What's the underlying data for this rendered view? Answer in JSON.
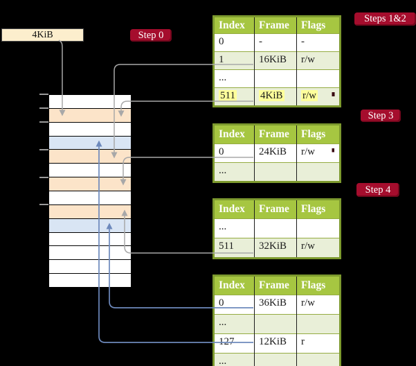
{
  "page_size_box": {
    "label": "4KiB"
  },
  "badges": {
    "step0": "Step 0",
    "steps12": "Steps 1&2",
    "step3": "Step 3",
    "step4": "Step 4"
  },
  "memory": {
    "rows": [
      "white",
      "orange",
      "white",
      "blue",
      "orange",
      "white",
      "orange",
      "white",
      "orange",
      "blue",
      "white",
      "white",
      "white",
      "white"
    ],
    "tick_row_indices": [
      0,
      1,
      2,
      4,
      6,
      8
    ],
    "colors": {
      "orange": "#fce4c9",
      "blue": "#d9e5f4",
      "white": "#ffffff"
    }
  },
  "tables": [
    {
      "headers": [
        "Index",
        "Frame",
        "Flags"
      ],
      "rows": [
        {
          "cells": [
            "0",
            "-",
            "-"
          ]
        },
        {
          "cells": [
            "1",
            "16KiB",
            "r/w"
          ]
        },
        {
          "cells": [
            "...",
            "",
            ""
          ]
        },
        {
          "cells": [
            "511",
            "4KiB",
            "r/w"
          ],
          "highlight": true
        }
      ]
    },
    {
      "headers": [
        "Index",
        "Frame",
        "Flags"
      ],
      "rows": [
        {
          "cells": [
            "0",
            "24KiB",
            "r/w"
          ]
        },
        {
          "cells": [
            "...",
            "",
            ""
          ]
        }
      ]
    },
    {
      "headers": [
        "Index",
        "Frame",
        "Flags"
      ],
      "rows": [
        {
          "cells": [
            "...",
            "",
            ""
          ]
        },
        {
          "cells": [
            "511",
            "32KiB",
            "r/w"
          ]
        }
      ]
    },
    {
      "headers": [
        "Index",
        "Frame",
        "Flags"
      ],
      "rows": [
        {
          "cells": [
            "0",
            "36KiB",
            "r/w"
          ]
        },
        {
          "cells": [
            "...",
            "",
            ""
          ]
        },
        {
          "cells": [
            "127",
            "12KiB",
            "r"
          ]
        },
        {
          "cells": [
            "...",
            "",
            ""
          ]
        }
      ]
    }
  ],
  "colors": {
    "badge_red": "#a50d2d",
    "table_header_green": "#a6c641",
    "table_shade_green": "#e9efd8",
    "table_border_olive": "#7d9a2e",
    "highlight_yellow": "#feff9b",
    "gray_connector": "#a8a8a8",
    "blue_connector": "#6d89bc",
    "background": "#000000"
  }
}
